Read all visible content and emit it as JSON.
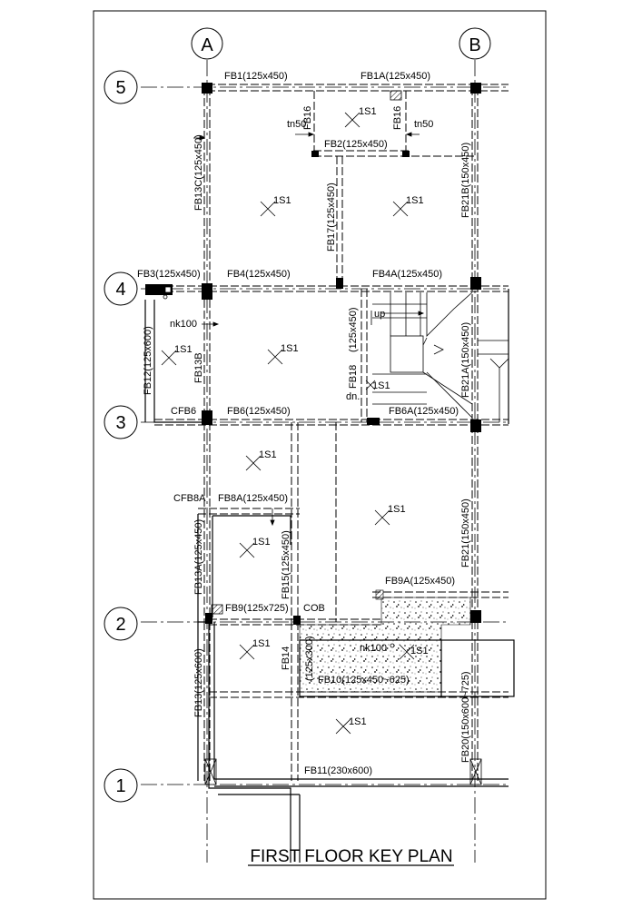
{
  "title": "FIRST FLOOR KEY PLAN",
  "grid": {
    "cols": [
      "A",
      "B"
    ],
    "rows": [
      "5",
      "4",
      "3",
      "2",
      "1"
    ]
  },
  "beams": {
    "fb1": "FB1(125x450)",
    "fb1a": "FB1A(125x450)",
    "fb16a": "FB16",
    "fb16b": "FB16",
    "tn50a": "tn50",
    "tn50b": "tn50",
    "fb2": "FB2(125x450)",
    "fb13c": "FB13C(125x450)",
    "fb17": "FB17(125x450)",
    "fb21b": "FB21B(150x450)",
    "fb3": "FB3(125x450)",
    "fb4": "FB4(125x450)",
    "fb4a": "FB4A(125x450)",
    "nk100a": "nk100",
    "fb12": "FB12(125x600)",
    "fb13b": "FB13B",
    "fb18a": "(125x450)",
    "fb18": "FB18",
    "up": "up",
    "dn": "dn.",
    "fb21a": "FB21A(150x450)",
    "cfb6": "CFB6",
    "fb6": "FB6(125x450)",
    "fb6a": "FB6A(125x450)",
    "cfb8a": "CFB8A",
    "fb8a": "FB8A(125x450)",
    "fb13a": "FB13A(125x450)",
    "fb15": "FB15(125x450)",
    "fb21": "FB21(150x450)",
    "fb9a": "FB9A(125x450)",
    "fb9": "FB9(125x725)",
    "cob": "COB",
    "fb14": "FB14",
    "fb14s": "(125x300)",
    "nk100b": "nk100",
    "fb10": "FB10(125x450~625)",
    "fb13": "FB13(125x600)",
    "fb20": "FB20(150x600~725)",
    "fb11": "FB11(230x600)"
  },
  "slab": "1S1"
}
